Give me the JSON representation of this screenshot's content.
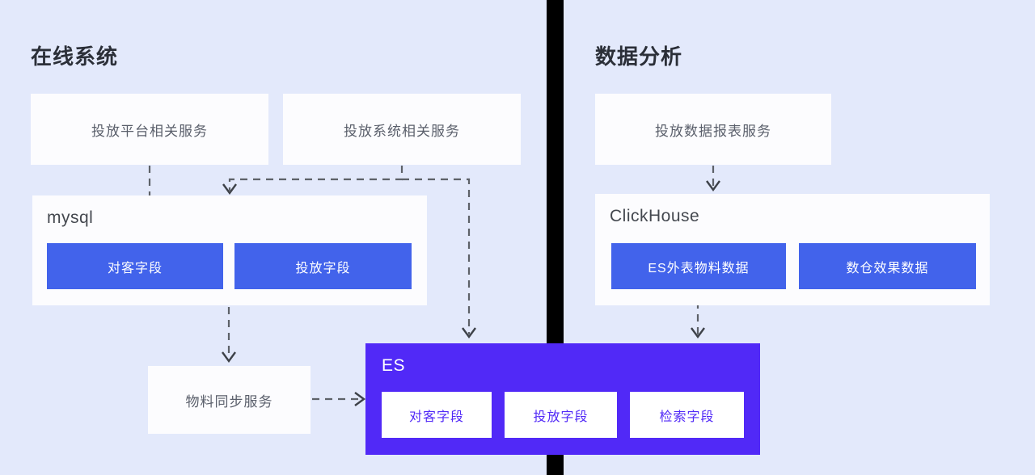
{
  "diagram": {
    "title_left": "在线系统",
    "title_right": "数据分析",
    "colors": {
      "background": "#e3e9fb",
      "divider": "#000000",
      "card": "#fcfcfe",
      "chip_blue": "#4263eb",
      "es_purple": "#5129f7",
      "text_muted": "#5a5f6b",
      "heading": "#2b2f38"
    }
  },
  "left_panel": {
    "heading": "在线系统",
    "services": [
      {
        "label": "投放平台相关服务"
      },
      {
        "label": "投放系统相关服务"
      }
    ],
    "mysql": {
      "label": "mysql",
      "chips": [
        {
          "label": "对客字段"
        },
        {
          "label": "投放字段"
        }
      ]
    },
    "sync_service": {
      "label": "物料同步服务"
    }
  },
  "right_panel": {
    "heading": "数据分析",
    "services": [
      {
        "label": "投放数据报表服务"
      }
    ],
    "clickhouse": {
      "label": "ClickHouse",
      "chips": [
        {
          "label": "ES外表物料数据"
        },
        {
          "label": "数仓效果数据"
        }
      ]
    }
  },
  "es": {
    "label": "ES",
    "chips": [
      {
        "label": "对客字段"
      },
      {
        "label": "投放字段"
      },
      {
        "label": "检索字段"
      }
    ]
  },
  "connections": [
    {
      "from": "投放平台相关服务",
      "to": "mysql.对客字段"
    },
    {
      "from": "投放系统相关服务",
      "to": "mysql"
    },
    {
      "from": "投放系统相关服务",
      "to": "ES"
    },
    {
      "from": "mysql.对客字段",
      "to": "物料同步服务"
    },
    {
      "from": "物料同步服务",
      "to": "ES"
    },
    {
      "from": "投放数据报表服务",
      "to": "ClickHouse"
    },
    {
      "from": "ClickHouse.ES外表物料数据",
      "to": "ES"
    }
  ]
}
